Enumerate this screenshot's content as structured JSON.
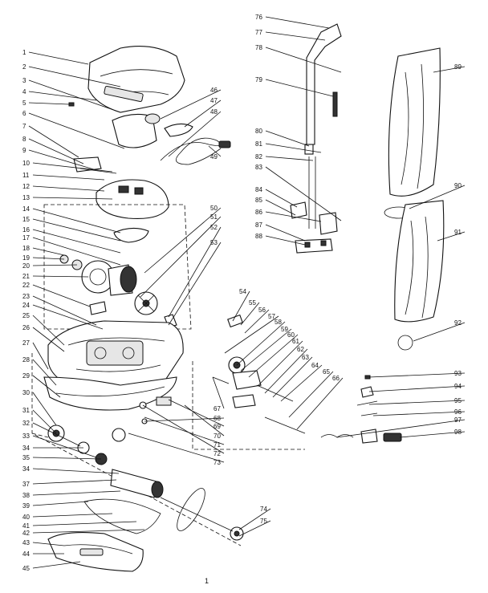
{
  "parts_left": [
    "1",
    "2",
    "3",
    "4",
    "5",
    "6",
    "7",
    "8",
    "9",
    "10",
    "11",
    "12",
    "13",
    "14",
    "15",
    "16",
    "17",
    "18",
    "19",
    "20",
    "21",
    "22",
    "23",
    "24",
    "25",
    "26",
    "27",
    "28",
    "29",
    "30",
    "31",
    "32",
    "33",
    "34",
    "35",
    "34",
    "37",
    "38",
    "39",
    "40",
    "41",
    "42",
    "43",
    "44",
    "45"
  ],
  "parts_center": [
    "46",
    "47",
    "48",
    "49",
    "50",
    "51",
    "52",
    "53",
    "54",
    "55",
    "56",
    "57",
    "58",
    "59",
    "60",
    "61",
    "62",
    "63",
    "64",
    "65",
    "66",
    "67",
    "68",
    "69",
    "70",
    "71",
    "72",
    "73",
    "74",
    "75"
  ],
  "parts_right": [
    "76",
    "77",
    "78",
    "79",
    "80",
    "81",
    "82",
    "83",
    "84",
    "85",
    "86",
    "87",
    "88",
    "89",
    "90",
    "91",
    "92",
    "93",
    "94",
    "95",
    "96",
    "97",
    "98"
  ],
  "page_number": "1"
}
